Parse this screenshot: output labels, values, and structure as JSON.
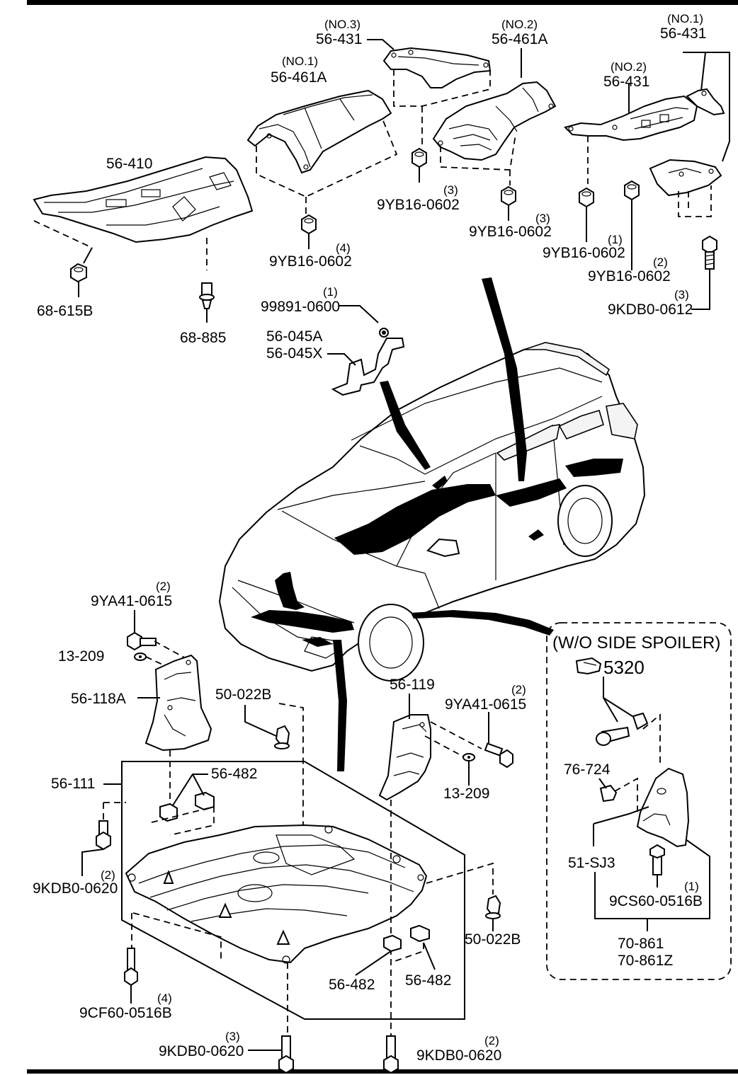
{
  "labels": {
    "l1": {
      "part": "56-431",
      "qty": "(NO.3)"
    },
    "l2": {
      "part": "56-461A",
      "qty": "(NO.2)"
    },
    "l3": {
      "part": "56-431",
      "qty": "(NO.1)"
    },
    "l4": {
      "part": "56-461A",
      "qty": "(NO.1)"
    },
    "l5": {
      "part": "56-431",
      "qty": "(NO.2)"
    },
    "l6": {
      "part": "56-410"
    },
    "l7": {
      "part": "9YB16-0602",
      "qty": "(3)"
    },
    "l8": {
      "part": "9YB16-0602",
      "qty": "(3)"
    },
    "l9": {
      "part": "9YB16-0602",
      "qty": "(1)"
    },
    "l10": {
      "part": "9YB16-0602",
      "qty": "(2)"
    },
    "l11": {
      "part": "9KDB0-0612",
      "qty": "(3)"
    },
    "l12": {
      "part": "9YB16-0602",
      "qty": "(4)"
    },
    "l13": {
      "part": "68-615B"
    },
    "l14": {
      "part": "68-885"
    },
    "l15": {
      "part": "99891-0600",
      "qty": "(1)"
    },
    "l16": {
      "part": "56-045A"
    },
    "l17": {
      "part": "56-045X"
    },
    "l18": {
      "part": "9YA41-0615",
      "qty": "(2)"
    },
    "l19": {
      "part": "13-209"
    },
    "l20": {
      "part": "56-118A"
    },
    "l21": {
      "part": "50-022B"
    },
    "l22": {
      "part": "56-119"
    },
    "l23": {
      "part": "9YA41-0615",
      "qty": "(2)"
    },
    "l24": {
      "part": "56-111"
    },
    "l25": {
      "part": "56-482"
    },
    "l26": {
      "part": "13-209"
    },
    "l27": {
      "part": "9KDB0-0620",
      "qty": "(2)"
    },
    "l28": {
      "part": "50-022B"
    },
    "l29": {
      "part": "56-482"
    },
    "l30": {
      "part": "56-482"
    },
    "l31": {
      "part": "9CF60-0516B",
      "qty": "(4)"
    },
    "l32": {
      "part": "9KDB0-0620",
      "qty": "(3)"
    },
    "l33": {
      "part": "9KDB0-0620",
      "qty": "(2)"
    }
  },
  "inset": {
    "title": "(W/O SIDE SPOILER)",
    "ref": "5320",
    "labels": {
      "i1": {
        "part": "76-724"
      },
      "i2": {
        "part": "51-SJ3"
      },
      "i3": {
        "part": "9CS60-0516B",
        "qty": "(1)"
      },
      "i4": {
        "part": "70-861"
      },
      "i5": {
        "part": "70-861Z"
      }
    }
  }
}
